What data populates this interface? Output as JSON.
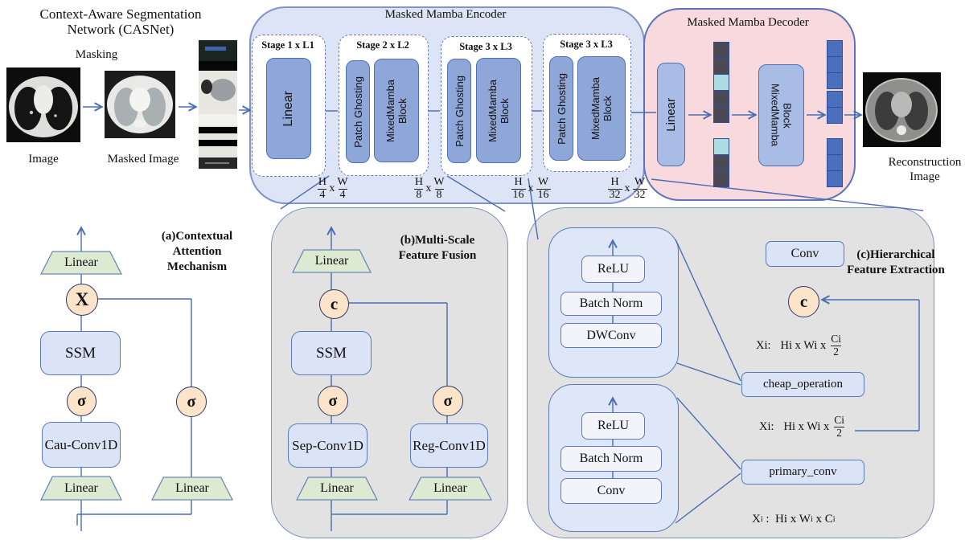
{
  "colors": {
    "line": "#4a6cb3",
    "encoder_bg": "#dde4f6",
    "decoder_bg": "#f8dade",
    "panel_bg": "#e2e2e3",
    "stage_block_bg": "#8fa7d8",
    "decoder_block_bg": "#a9bce6",
    "light_blue_box": "#dbe3f6",
    "sub_branch_bg": "#dee7f7",
    "white_box": "#f3f4fa",
    "trapezoid_green": "#ddead2",
    "circle_peach": "#fbe4c9",
    "token_dark": "#4b4953",
    "token_cyan": "#aadce2",
    "token_blue": "#4a70bb"
  },
  "header": {
    "title_line1": "Context-Aware Segmentation",
    "title_line2": "Network (CASNet)"
  },
  "pipeline": {
    "masking": "Masking",
    "image_label": "Image",
    "masked_label": "Masked Image",
    "recon_line1": "Reconstruction",
    "recon_line2": "Image"
  },
  "encoder": {
    "title": "Masked Mamba Encoder",
    "stage1": {
      "label": "Stage 1 x L1",
      "block": "Linear"
    },
    "stage2": {
      "label": "Stage 2 x L2",
      "block1": "Patch Ghosting",
      "block2": "MixedMamba Block"
    },
    "stage3": {
      "label": "Stage 3 x L3",
      "block1": "Patch Ghosting",
      "block2": "MixedMamba Block"
    },
    "stage4": {
      "label": "Stage 3 x L3",
      "block1": "Patch Ghosting",
      "block2": "MixedMamba Block"
    },
    "size1": {
      "n1": "H",
      "d1": "4",
      "x": "x",
      "n2": "W",
      "d2": "4"
    },
    "size2": {
      "n1": "H",
      "d1": "8",
      "x": "x",
      "n2": "W",
      "d2": "8"
    },
    "size3": {
      "n1": "H",
      "d1": "16",
      "x": "x",
      "n2": "W",
      "d2": "16"
    },
    "size4": {
      "n1": "H",
      "d1": "32",
      "x": "x",
      "n2": "W",
      "d2": "32"
    }
  },
  "decoder": {
    "title": "Masked Mamba Decoder",
    "linear": "Linear",
    "block": "MixedMamba Block",
    "tokens_col1_top": [
      "dark",
      "dark",
      "cyan",
      "dark",
      "dark"
    ],
    "tokens_col1_bottom": [
      "cyan",
      "dark",
      "dark"
    ],
    "tokens_col2_top": [
      "blue",
      "blue",
      "blue",
      "gap",
      "blue",
      "blue"
    ],
    "tokens_col2_bottom": [
      "blue",
      "blue",
      "blue"
    ]
  },
  "panel_a": {
    "caption1": "(a)Contextual",
    "caption2": "Attention",
    "caption3": "Mechanism",
    "linear_top": "Linear",
    "multiply": "X",
    "ssm": "SSM",
    "sigma_left": "σ",
    "conv": "Cau-Conv1D",
    "linear_left": "Linear",
    "sigma_right": "σ",
    "linear_right": "Linear"
  },
  "panel_b": {
    "caption1": "(b)Multi-Scale",
    "caption2": "Feature Fusion",
    "linear_top": "Linear",
    "concat": "c",
    "ssm": "SSM",
    "sigma_left": "σ",
    "conv_left": "Sep-Conv1D",
    "linear_left": "Linear",
    "sigma_right": "σ",
    "conv_right": "Reg-Conv1D",
    "linear_right": "Linear"
  },
  "panel_c": {
    "caption1": "(c)Hierarchical",
    "caption2": "Feature Extraction",
    "relu_top": "ReLU",
    "bn_top": "Batch Norm",
    "dwconv": "DWConv",
    "relu_bottom": "ReLU",
    "bn_bottom": "Batch Norm",
    "conv_bottom": "Conv",
    "conv_top_right": "Conv",
    "concat": "c",
    "eq1_lhs": "Xi:",
    "eq1_body": "Hi x Wi x",
    "eq1_num": "Ci",
    "eq1_den": "2",
    "eq2_lhs": "Xi:",
    "eq2_body": "Hi x Wi x",
    "eq2_num": "Ci",
    "eq2_den": "2",
    "cheap": "cheap_operation",
    "primary": "primary_conv",
    "eq3": {
      "t1": "X",
      "s1": "i",
      "t2": " :  Hi x W",
      "s2": "i",
      "t3": " x C",
      "s3": "i"
    }
  }
}
